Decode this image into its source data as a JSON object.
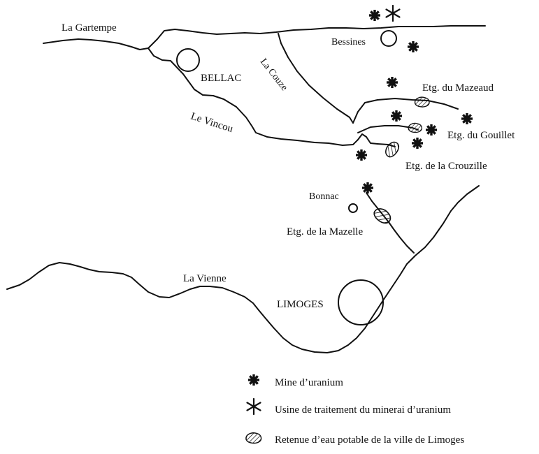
{
  "rivers": {
    "gartempe": "La Gartempe",
    "couze": "La Couze",
    "vincou": "Le Vincou",
    "vienne": "La Vienne"
  },
  "towns": {
    "bellac": "BELLAC",
    "bessines": "Bessines",
    "bonnac": "Bonnac",
    "limoges": "LIMOGES"
  },
  "reservoirs": {
    "mazeaud": "Etg. du Mazeaud",
    "gouillet": "Etg. du Gouillet",
    "crouzille": "Etg. de la Crouzille",
    "mazelle": "Etg. de la Mazelle"
  },
  "legend": {
    "mine": "Mine d’uranium",
    "plant": "Usine de traitement du minerai d’uranium",
    "reservoir": "Retenue d’eau potable de la ville de Limoges"
  },
  "icons": {
    "mine": "mine-star-icon",
    "plant": "processing-plant-asterisk-icon",
    "reservoir": "hatched-reservoir-icon"
  },
  "colors": {
    "ink": "#111111",
    "paper": "#ffffff"
  }
}
